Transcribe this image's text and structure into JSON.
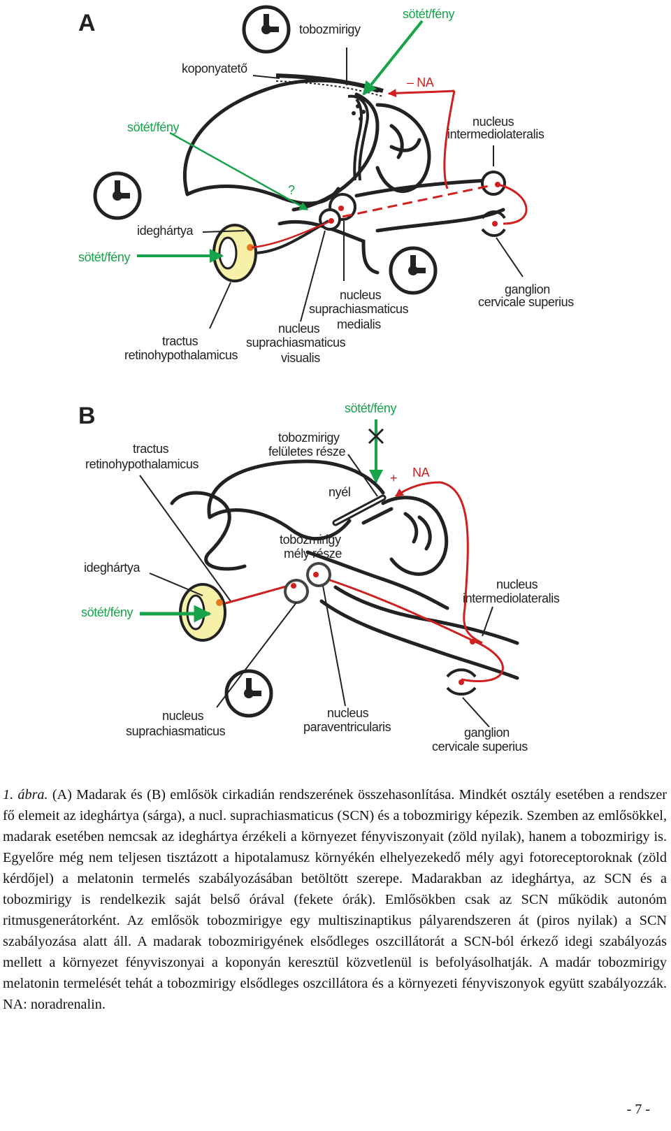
{
  "figure": {
    "panel_a": {
      "letter": "A",
      "labels": {
        "tobozmirigy": "tobozmirigy",
        "sotet_feny_top": "sötét/fény",
        "koponyateto": "koponyatető",
        "na": "– NA",
        "nucleus_intermediolateralis": [
          "nucleus",
          "intermediolateralis"
        ],
        "sotet_feny_mid": "sötét/fény",
        "question": "?",
        "ideghartya": "ideghártya",
        "sotet_feny_left": "sötét/fény",
        "nucleus_supra_medialis": [
          "nucleus",
          "suprachiasmaticus",
          "medialis"
        ],
        "ganglion": [
          "ganglion",
          "cervicale superius"
        ],
        "nucleus_supra_visualis": [
          "nucleus",
          "suprachiasmaticus",
          "visualis"
        ],
        "tractus": [
          "tractus",
          "retinohypothalamicus"
        ]
      }
    },
    "panel_b": {
      "letter": "B",
      "labels": {
        "sotet_feny_top": "sötét/fény",
        "tractus": [
          "tractus",
          "retinohypothalamicus"
        ],
        "tobozmirigy_feluletes": [
          "tobozmirigy",
          "felületes része"
        ],
        "plus": "+",
        "na": "NA",
        "nyel": "nyél",
        "tobozmirigy_mely": [
          "tobozmirigy",
          "mély része"
        ],
        "ideghartya": "ideghártya",
        "nucleus_intermediolateralis": [
          "nucleus",
          "intermediolateralis"
        ],
        "sotet_feny_left": "sötét/fény",
        "nucleus_suprachiasmaticus": [
          "nucleus",
          "suprachiasmaticus"
        ],
        "nucleus_paraventricularis": [
          "nucleus",
          "paraventricularis"
        ],
        "ganglion": [
          "ganglion",
          "cervicale superius"
        ]
      }
    },
    "colors": {
      "green": "#17a34a",
      "red": "#d01f1f",
      "retina_yellow": "#f6f0a8",
      "ink": "#222222"
    }
  },
  "caption": {
    "lead": "1. ábra.",
    "text": "(A) Madarak és (B) emlősök cirkadián rendszerének összehasonlítása. Mindkét osztály esetében a rendszer fő elemeit az ideghártya (sárga), a nucl. suprachiasmaticus (SCN) és a tobozmirigy képezik. Szemben az emlősökkel, madarak esetében nemcsak az ideghártya érzékeli a környezet fényviszonyait (zöld nyilak), hanem a tobozmirigy is. Egyelőre még nem teljesen tisztázott a hipotalamusz környékén elhelyezekedő mély agyi fotoreceptoroknak (zöld kérdőjel) a melatonin termelés szabályozásában betöltött szerepe. Madarakban az ideghártya, az SCN és a tobozmirigy is rendelkezik saját belső órával (fekete órák). Emlősökben csak az SCN működik autonóm ritmusgenerátorként. Az emlősök tobozmirigye egy multiszinaptikus pályarendszeren át (piros nyilak) a SCN szabályozása alatt áll. A madarak tobozmirigyének elsődleges oszcillátorát a SCN-ból érkező idegi szabályozás mellett a környezet fényviszonyai a koponyán keresztül közvetlenül is befolyásolhatják. A madár tobozmirigy melatonin termelését tehát a tobozmirigy elsődleges oszcillátora és a környezeti fényviszonyok együtt szabályozzák. NA: noradrenalin."
  },
  "page_number": "- 7 -"
}
